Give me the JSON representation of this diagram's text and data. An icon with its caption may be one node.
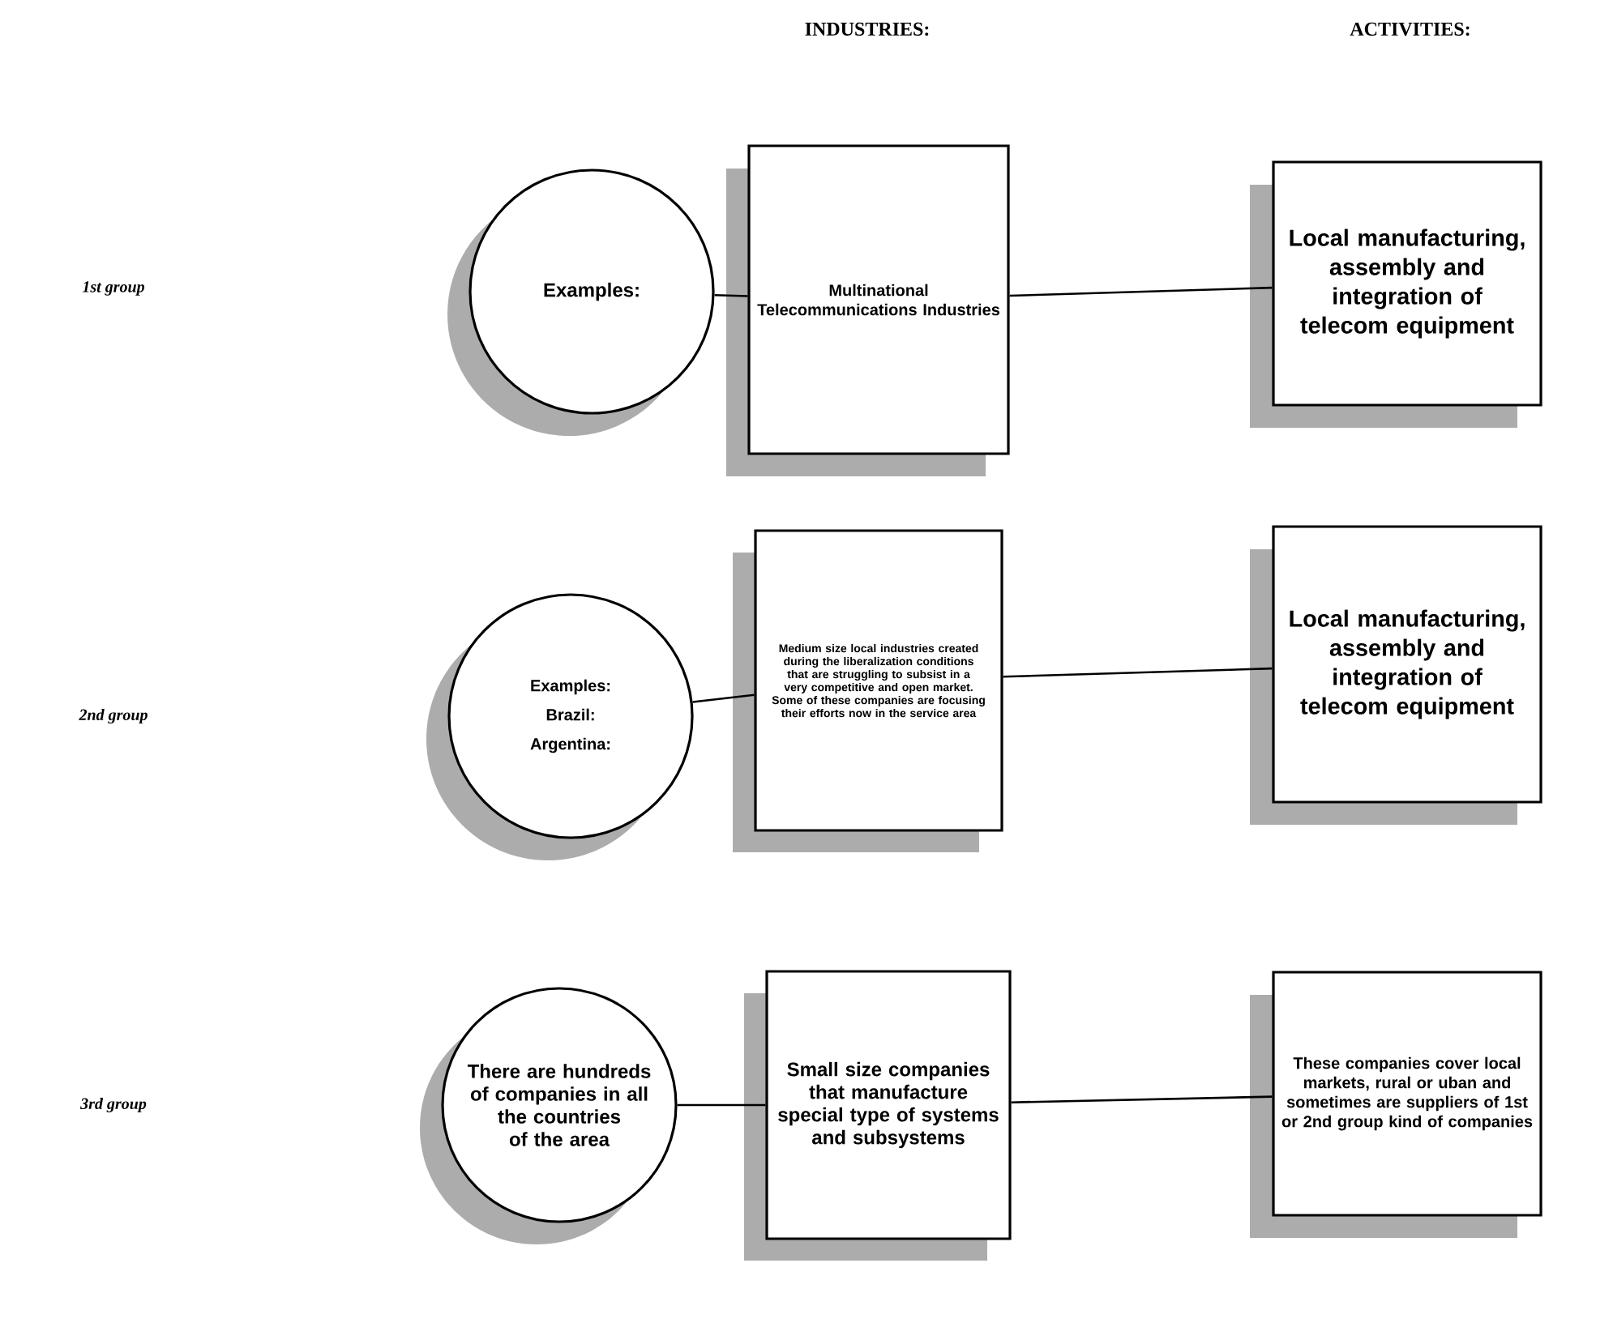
{
  "diagram": {
    "nodes": [
      {
        "text": [
          "Examples:"
        ]
      },
      {
        "text": [
          "Multinational Telecommunications Industries"
        ]
      },
      {
        "text": [
          "Local manufacturing, assembly and integration of telecom equipment"
        ]
      },
      {
        "text": [
          "Examples:",
          "Brazil:",
          "Argentina:"
        ]
      },
      {
        "text": [
          "Medium size local industries created during the liberalization conditions that are struggling to subsist in a very competitive and open market. Some of these companies are focusing their efforts now in the service area"
        ]
      },
      {
        "text": [
          "Local manufacturing, assembly and integration of telecom equipment"
        ]
      },
      {
        "text": [
          "There are hundreds of companies in all the countries of the area"
        ]
      },
      {
        "text": [
          "Small size companies that manufacture special type of systems and subsystems"
        ]
      },
      {
        "text": [
          "These companies cover local markets, rural or uban and sometimes are suppliers of 1st or 2nd group kind of companies"
        ]
      }
    ],
    "edges": [
      {
        "from": 0,
        "to": 1,
        "arrow": "none"
      },
      {
        "from": 1,
        "to": 2,
        "arrow": "none"
      },
      {
        "from": 3,
        "to": 4,
        "arrow": "none"
      },
      {
        "from": 4,
        "to": 5,
        "arrow": "none"
      },
      {
        "from": 6,
        "to": 7,
        "arrow": "none"
      },
      {
        "from": 7,
        "to": 8,
        "arrow": "none"
      }
    ],
    "labels": [
      "INDUSTRIES:",
      "ACTIVITIES:",
      "1st group",
      "2nd group",
      "3rd group"
    ]
  }
}
